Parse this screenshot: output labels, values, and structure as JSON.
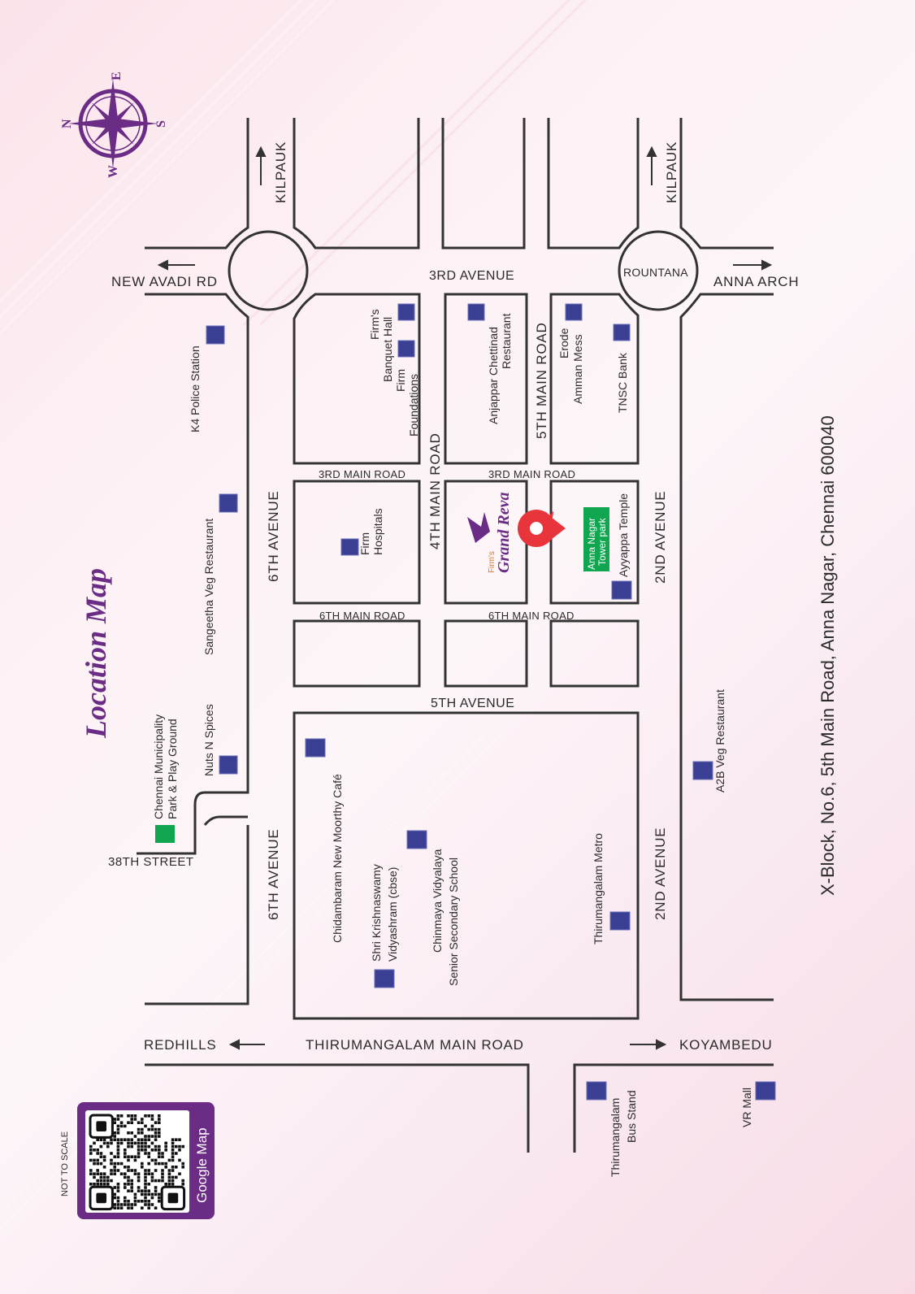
{
  "title": "Location Map",
  "compass": {
    "n": "N",
    "e": "E",
    "s": "S",
    "w": "W",
    "icon": "compass-rose-icon",
    "color": "#6b2c86"
  },
  "roads": {
    "kilpauk_left": "KILPAUK",
    "kilpauk_right": "KILPAUK",
    "new_avadi_rd": "NEW AVADI RD",
    "third_avenue": "3RD AVENUE",
    "rountana": "ROUNTANA",
    "anna_arch": "ANNA ARCH",
    "sixth_avenue_top": "6TH AVENUE",
    "sixth_avenue_bottom": "6TH AVENUE",
    "fourth_main_road": "4TH MAIN ROAD",
    "fifth_main_road": "5TH MAIN ROAD",
    "second_avenue_top": "2ND AVENUE",
    "second_avenue_bottom": "2ND AVENUE",
    "third_main_road_left": "3RD MAIN ROAD",
    "third_main_road_right": "3RD MAIN ROAD",
    "sixth_main_road_left": "6TH MAIN ROAD",
    "sixth_main_road_right": "6TH MAIN ROAD",
    "fifth_avenue": "5TH AVENUE",
    "thirty_eighth_street": "38TH STREET",
    "redhills": "REDHILLS",
    "thirumangalam_main_road": "THIRUMANGALAM MAIN ROAD",
    "koyambedu": "KOYAMBEDU"
  },
  "landmarks": [
    {
      "id": "k4",
      "lines": [
        "K4 Police Station"
      ]
    },
    {
      "id": "sangeetha",
      "lines": [
        "Sangeetha Veg Restaurant"
      ]
    },
    {
      "id": "nuts",
      "lines": [
        "Nuts N Spices"
      ]
    },
    {
      "id": "chennai-park",
      "lines": [
        "Chennai Municipality",
        "Park & Play Ground"
      ]
    },
    {
      "id": "banquet",
      "lines": [
        "Firm's",
        "Banquet Hall"
      ]
    },
    {
      "id": "foundations",
      "lines": [
        "Firm",
        "Foundations"
      ]
    },
    {
      "id": "anjappar",
      "lines": [
        "Anjappar Chettinad",
        "Restaurant"
      ]
    },
    {
      "id": "erode",
      "lines": [
        "Erode",
        "Amman Mess"
      ]
    },
    {
      "id": "tnsc",
      "lines": [
        "TNSC Bank"
      ]
    },
    {
      "id": "hospitals",
      "lines": [
        "Firm",
        "Hospitals"
      ]
    },
    {
      "id": "tower-park",
      "lines": [
        "Anna Nagar",
        "Tower park"
      ]
    },
    {
      "id": "ayyappa",
      "lines": [
        "Ayyappa Temple"
      ]
    },
    {
      "id": "chidambaram",
      "lines": [
        "Chidambaram New Moorthy Café"
      ]
    },
    {
      "id": "krishnaswamy",
      "lines": [
        "Shri Krishnaswamy",
        "Vidyashram (cbse)"
      ]
    },
    {
      "id": "chinmaya",
      "lines": [
        "Chinmaya Vidyalaya",
        "Senior Secondary School"
      ]
    },
    {
      "id": "metro",
      "lines": [
        "Thirumangalam Metro"
      ]
    },
    {
      "id": "a2b",
      "lines": [
        "A2B Veg Restaurant"
      ]
    },
    {
      "id": "bus-stand",
      "lines": [
        "Thirumangalam",
        "Bus Stand"
      ]
    },
    {
      "id": "vr-mall",
      "lines": [
        "VR Mall"
      ]
    }
  ],
  "brand": {
    "prefix": "Firm's",
    "name": "Grand Reva",
    "accent": "#6b2c86",
    "prefix_color": "#d9772b"
  },
  "pin_color": "#e8343b",
  "poi_color": "#3a3f94",
  "park_color": "#10a64f",
  "address": "X-Block, No.6, 5th Main Road, Anna Nagar, Chennai 600040",
  "qr": {
    "label": "Google Map",
    "frame_color": "#6b2c86"
  },
  "not_to_scale": "NOT TO SCALE"
}
